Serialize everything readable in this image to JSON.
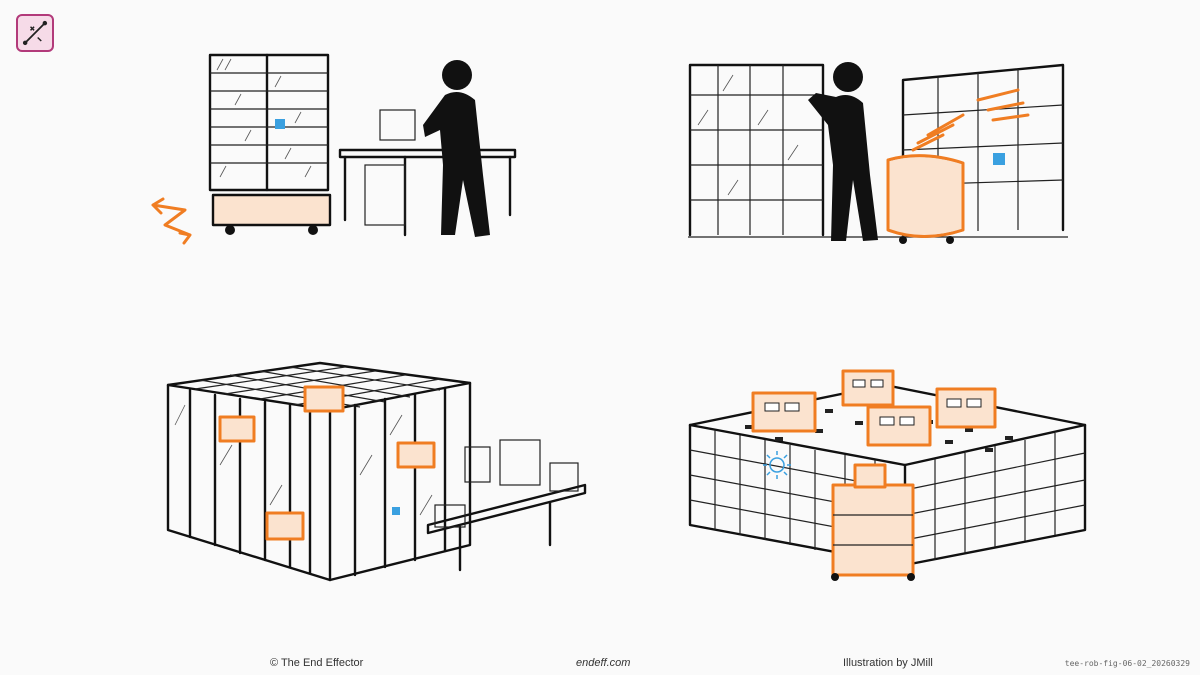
{
  "footer": {
    "copyright": "© The End Effector",
    "site": "endeff.com",
    "credit": "Illustration by JMill",
    "figure_id": "tee-rob-fig-06-02_20260329"
  },
  "icons": {
    "logo": "end-effector-logo-icon"
  },
  "colors": {
    "accent": "#f07d22",
    "ink": "#111111",
    "highlight": "#3aa0e0",
    "logo_border": "#b23a7a",
    "logo_fill": "#f6dbe8"
  }
}
